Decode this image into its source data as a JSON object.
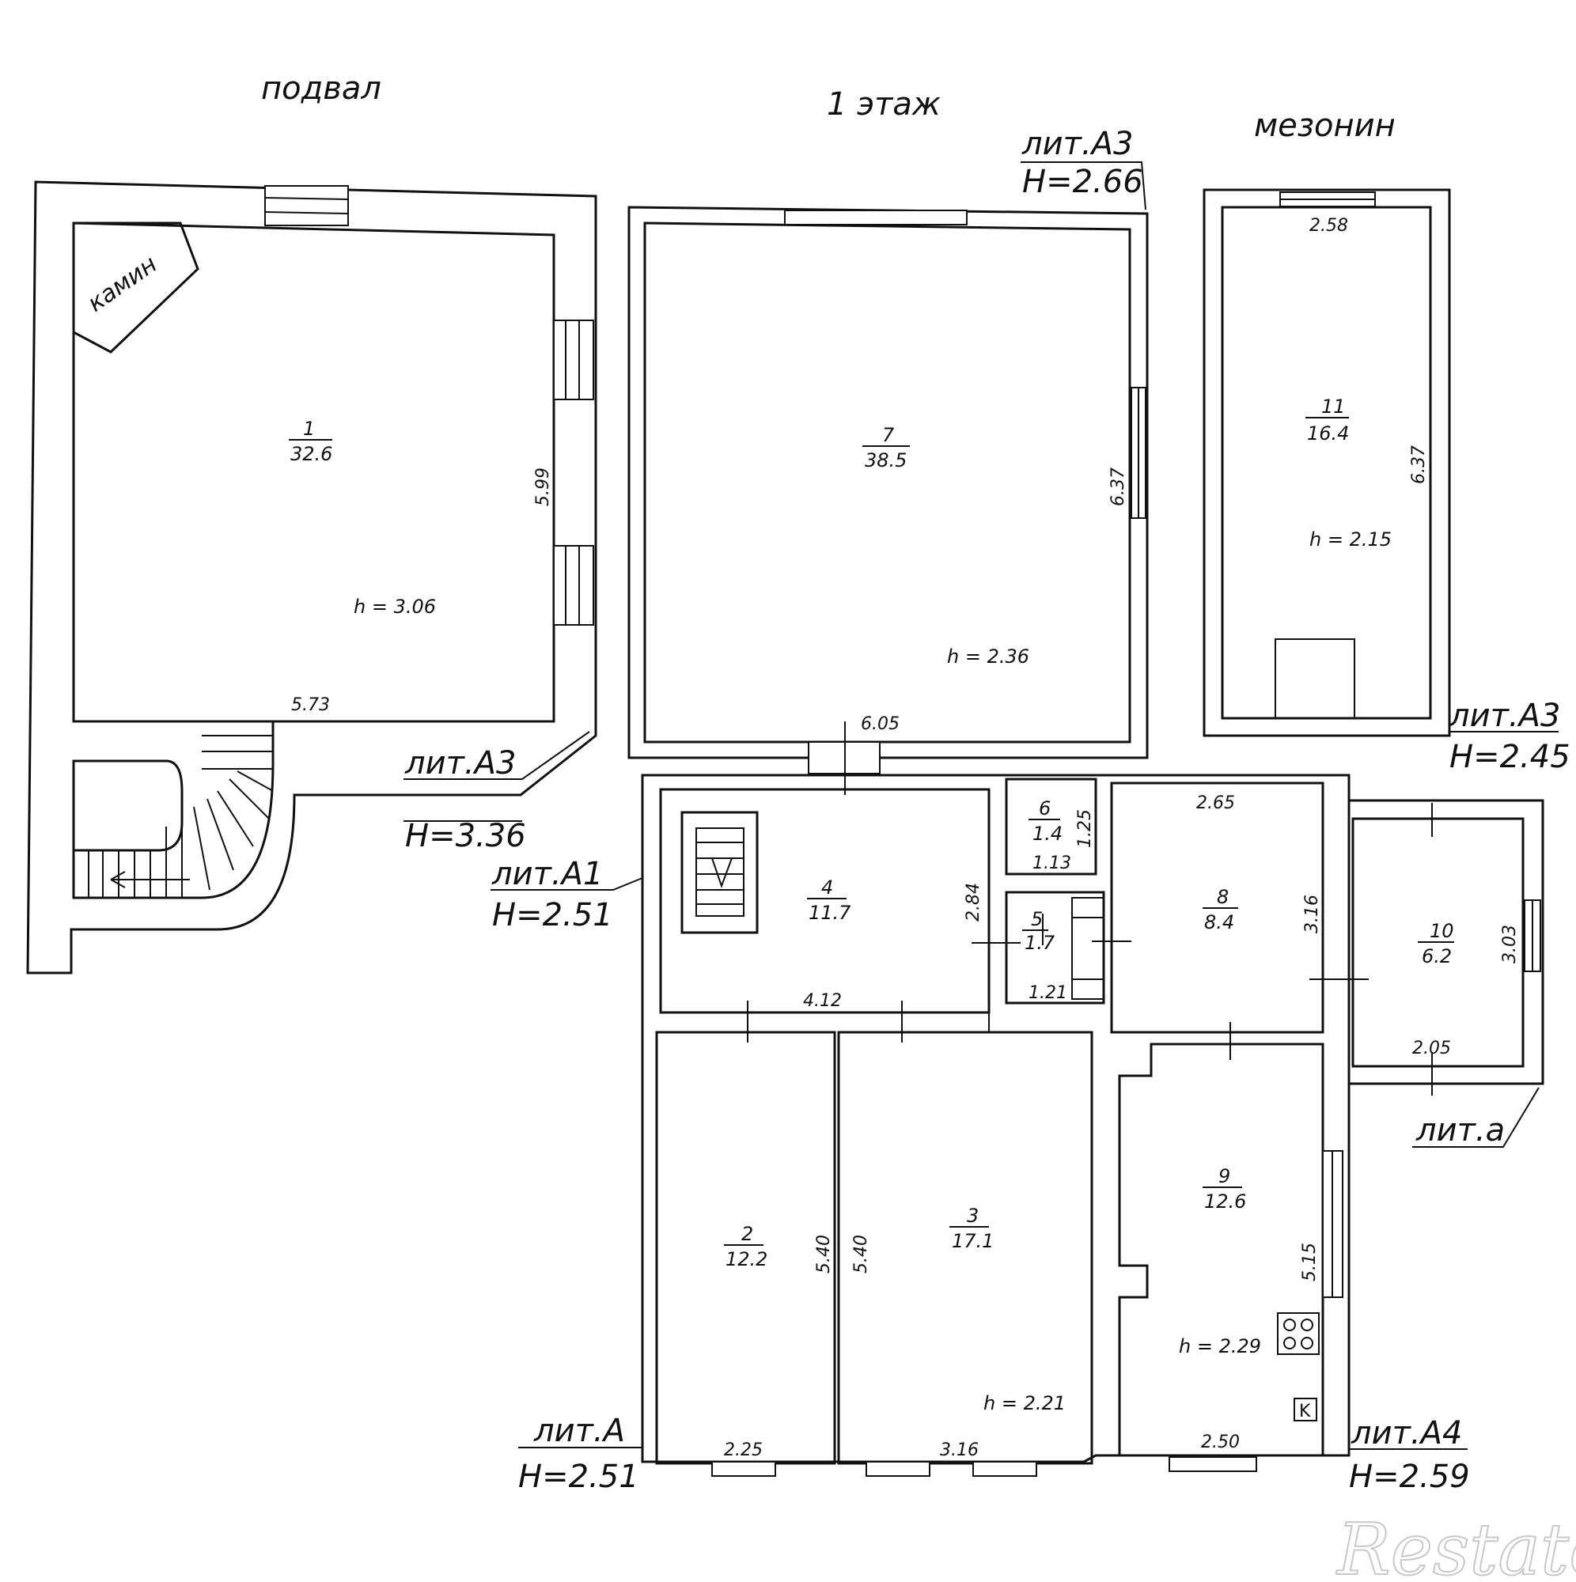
{
  "sections": {
    "basement": "подвал",
    "first_floor": "1 этаж",
    "mezzanine": "мезонин"
  },
  "fireplace": "камин",
  "liters": {
    "a3_top_name": "лит.А3",
    "a3_top_h": "H=2.66",
    "a3_basement_name": "лит.А3",
    "a3_basement_h": "H=3.36",
    "a3_mezz_name": "лит.А3",
    "a3_mezz_h": "H=2.45",
    "a1_name": "лит.А1",
    "a1_h": "H=2.51",
    "a_name": "лит.А",
    "a_h": "H=2.51",
    "a4_name": "лит.А4",
    "a4_h": "H=2.59",
    "small_a_name": "лит.а"
  },
  "rooms": [
    {
      "num": "1",
      "area": "32.6"
    },
    {
      "num": "7",
      "area": "38.5"
    },
    {
      "num": "11",
      "area": "16.4"
    },
    {
      "num": "4",
      "area": "11.7"
    },
    {
      "num": "6",
      "area": "1.4"
    },
    {
      "num": "5",
      "area": "1.7"
    },
    {
      "num": "8",
      "area": "8.4"
    },
    {
      "num": "10",
      "area": "6.2"
    },
    {
      "num": "2",
      "area": "12.2"
    },
    {
      "num": "3",
      "area": "17.1"
    },
    {
      "num": "9",
      "area": "12.6"
    }
  ],
  "heights": {
    "room1": "h = 3.06",
    "room7": "h = 2.36",
    "room11": "h = 2.15",
    "room3": "h = 2.21",
    "room9": "h = 2.29"
  },
  "dims": {
    "r1_len": "5.99",
    "r1_width": "5.73",
    "r7_len": "6.37",
    "r7_width": "6.05",
    "r11_width": "2.58",
    "r11_len": "6.37",
    "r4_height": "2.84",
    "r4_width": "4.12",
    "r6_height": "1.25",
    "r6_width": "1.13",
    "r5_width": "1.21",
    "r8_width": "2.65",
    "r8_height": "3.16",
    "r10_height": "3.03",
    "r10_width": "2.05",
    "r2_len": "5.40",
    "r2_width": "2.25",
    "r3_len": "5.40",
    "r3_width": "3.16",
    "r9_len": "5.15",
    "r9_width": "2.50"
  },
  "stove_symbol": "K",
  "watermark": "Restate"
}
